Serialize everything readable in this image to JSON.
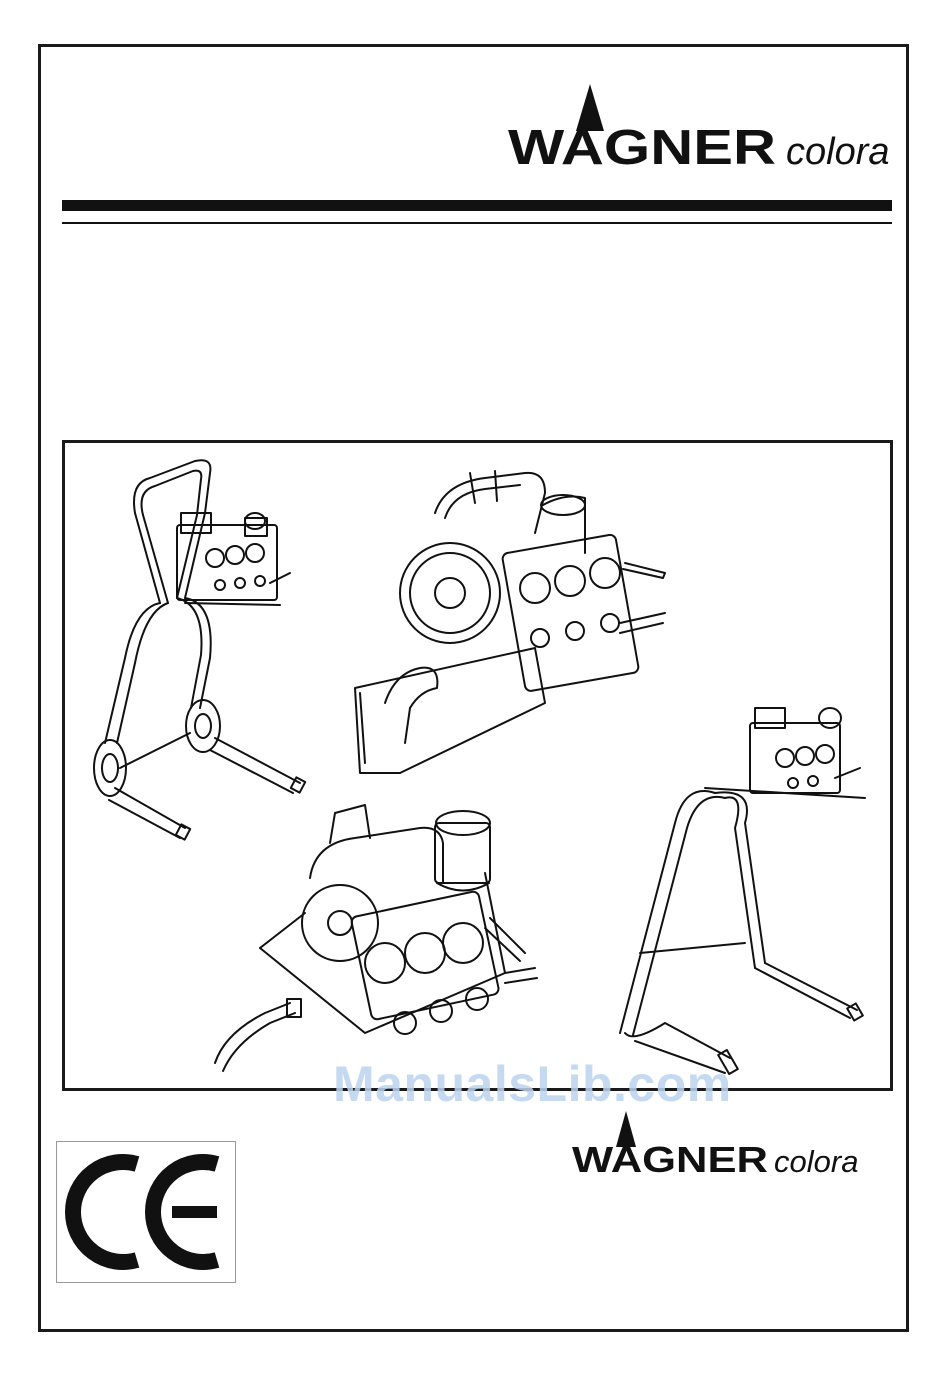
{
  "header_logo": {
    "brand": "WAGNER",
    "sub": "colora"
  },
  "footer_logo": {
    "brand": "WAGNER",
    "sub": "colora"
  },
  "watermark": {
    "text": "ManualsLib.com"
  },
  "ce_mark": {
    "text": "CE"
  },
  "illustrations": [
    {
      "name": "pump-on-trolley"
    },
    {
      "name": "pump-wall-mount"
    },
    {
      "name": "pump-with-filter"
    },
    {
      "name": "pump-on-stand"
    }
  ]
}
